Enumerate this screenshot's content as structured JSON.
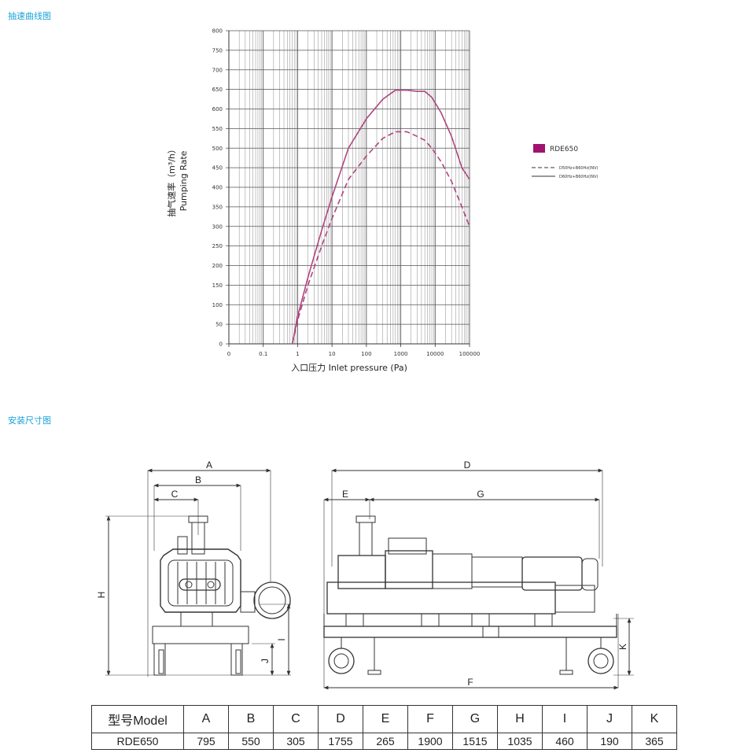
{
  "sections": {
    "curve_title": "抽速曲线图",
    "install_title": "安装尺寸图"
  },
  "chart_data": {
    "type": "line",
    "xlabel": "入口压力 Inlet pressure (Pa)",
    "ylabel_cn": "抽气速率（m³/h）",
    "ylabel_en": "Pumping Rate",
    "x_scale": "log",
    "x_ticks": [
      "0",
      "0.1",
      "1",
      "10",
      "100",
      "1000",
      "10000",
      "100000"
    ],
    "y_ticks": [
      0,
      50,
      100,
      150,
      200,
      250,
      300,
      350,
      400,
      450,
      500,
      550,
      600,
      650,
      700,
      750,
      800
    ],
    "ylim": [
      0,
      800
    ],
    "grid": true,
    "legend_position": "right",
    "legend": {
      "model": "RDE650",
      "model_color": "#a0136e",
      "dashed_label": "D50Hz+B60Hz(INV)",
      "solid_label": "D60Hz+B60Hz(INV)"
    },
    "series": [
      {
        "name": "D60Hz+B60Hz(INV)",
        "style": "solid",
        "color": "#b0457f",
        "x": [
          0.7,
          1,
          2,
          5,
          10,
          30,
          100,
          300,
          700,
          1500,
          3000,
          5000,
          8000,
          15000,
          30000,
          60000,
          100000
        ],
        "y": [
          0,
          70,
          170,
          290,
          375,
          500,
          575,
          625,
          648,
          648,
          645,
          645,
          630,
          590,
          530,
          450,
          420
        ]
      },
      {
        "name": "D50Hz+B60Hz(INV)",
        "style": "dashed",
        "color": "#b0457f",
        "x": [
          0.7,
          1,
          2,
          5,
          10,
          30,
          100,
          300,
          700,
          1500,
          3000,
          5000,
          8000,
          15000,
          30000,
          60000,
          100000
        ],
        "y": [
          0,
          60,
          150,
          250,
          320,
          420,
          480,
          525,
          542,
          542,
          530,
          520,
          500,
          465,
          415,
          350,
          300
        ]
      }
    ]
  },
  "drawing": {
    "dim_labels": [
      "A",
      "B",
      "C",
      "D",
      "E",
      "G",
      "F",
      "H",
      "I",
      "J",
      "K"
    ]
  },
  "table": {
    "headers": [
      "型号Model",
      "A",
      "B",
      "C",
      "D",
      "E",
      "F",
      "G",
      "H",
      "I",
      "J",
      "K"
    ],
    "rows": [
      [
        "RDE650",
        "795",
        "550",
        "305",
        "1755",
        "265",
        "1900",
        "1515",
        "1035",
        "460",
        "190",
        "365"
      ]
    ]
  }
}
